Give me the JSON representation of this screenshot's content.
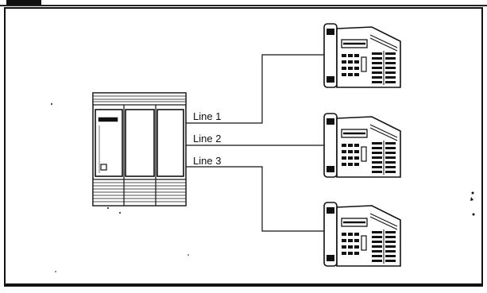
{
  "diagram": {
    "lines": [
      {
        "label": "Line 1"
      },
      {
        "label": "Line 2"
      },
      {
        "label": "Line 3"
      }
    ],
    "stroke_color": "#111111",
    "background_color": "#ffffff"
  }
}
